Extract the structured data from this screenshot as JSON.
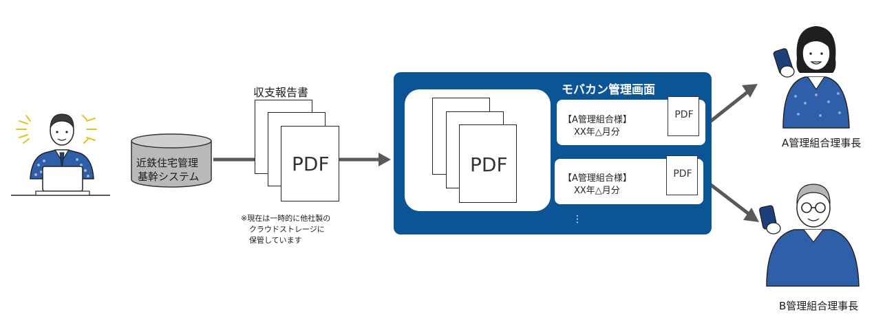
{
  "system": {
    "line1": "近鉄住宅管理",
    "line2": "基幹システム"
  },
  "report": {
    "title": "収支報告書",
    "pdf_label": "PDF",
    "note_line1": "※現在は一時的に他社製の",
    "note_line2": "クラウドストレージに",
    "note_line3": "保管しています"
  },
  "mobakan": {
    "title": "モバカン管理画面",
    "pdf_label": "PDF",
    "records": [
      {
        "title": "【A管理組合様】",
        "period": "XX年△月分",
        "pdf": "PDF"
      },
      {
        "title": "【A管理組合様】",
        "period": "XX年△月分",
        "pdf": "PDF"
      }
    ],
    "more": "⋮"
  },
  "recipients": {
    "a_label": "A管理組合理事長",
    "b_label": "B管理組合理事長"
  },
  "colors": {
    "panel_blue": "#0b5597",
    "arrow_gray": "#595959",
    "shirt_blue": "#2f5fa8",
    "cylinder_gray": "#b9b9b9"
  }
}
